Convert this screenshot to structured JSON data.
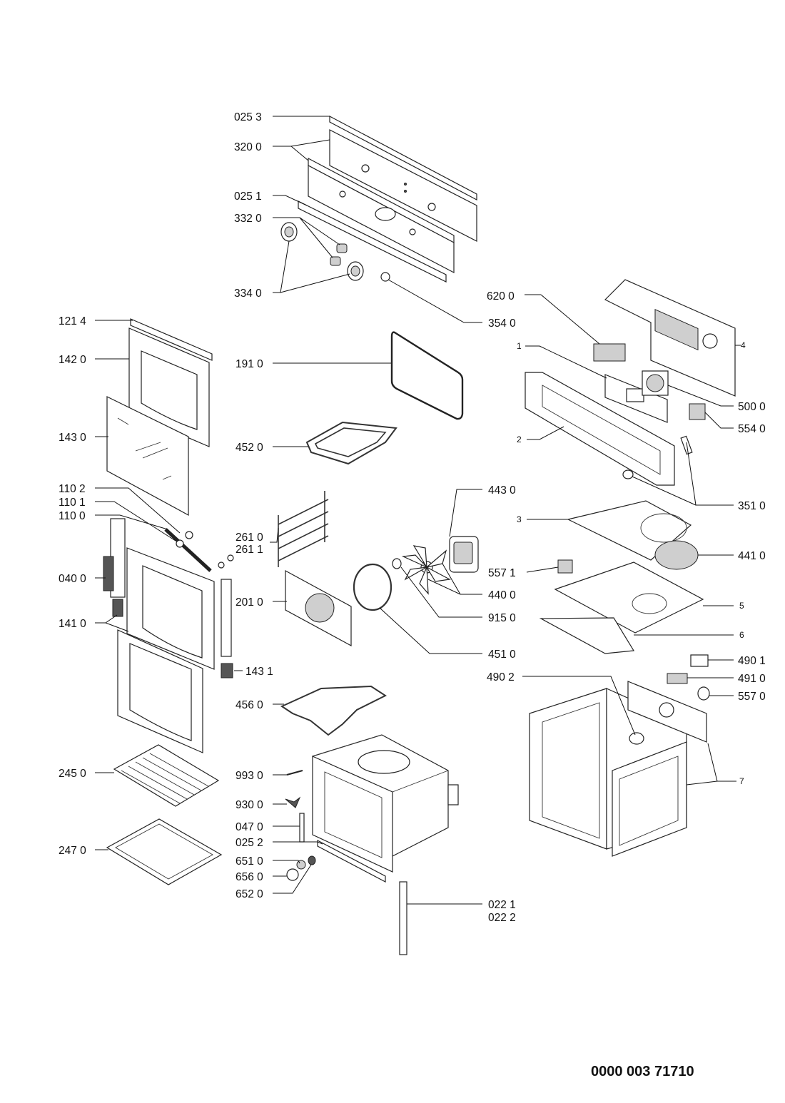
{
  "document_number": "0000 003 71710",
  "callouts": {
    "c0253": "025 3",
    "c3200": "320 0",
    "c0251": "025 1",
    "c3320": "332 0",
    "c3340": "334 0",
    "c3540": "354 0",
    "c1214": "121 4",
    "c1420": "142 0",
    "c1910": "191 0",
    "c1430": "143 0",
    "c4520": "452 0",
    "c1102": "110 2",
    "c1101": "110 1",
    "c1100": "110 0",
    "c2610": "261 0",
    "c2611": "261 1",
    "c0400": "040 0",
    "c2010": "201 0",
    "c1410": "141 0",
    "c1431": "143 1",
    "c4560": "456 0",
    "c2450": "245 0",
    "c9930": "993 0",
    "c9300": "930 0",
    "c0470": "047 0",
    "c0252": "025 2",
    "c2470": "247 0",
    "c6510": "651 0",
    "c6560": "656 0",
    "c6520": "652 0",
    "c0221": "022 1",
    "c0222": "022 2",
    "c6200": "620 0",
    "c1": "1",
    "c4": "4",
    "c5000": "500 0",
    "c5540": "554 0",
    "c2": "2",
    "c3510": "351 0",
    "c4430": "443 0",
    "c3": "3",
    "c4410": "441 0",
    "c5571": "557 1",
    "c4400": "440 0",
    "c9150": "915 0",
    "c5": "5",
    "c6": "6",
    "c4510": "451 0",
    "c4901": "490 1",
    "c4902": "490 2",
    "c4910": "491 0",
    "c5570": "557 0",
    "c7": "7"
  }
}
